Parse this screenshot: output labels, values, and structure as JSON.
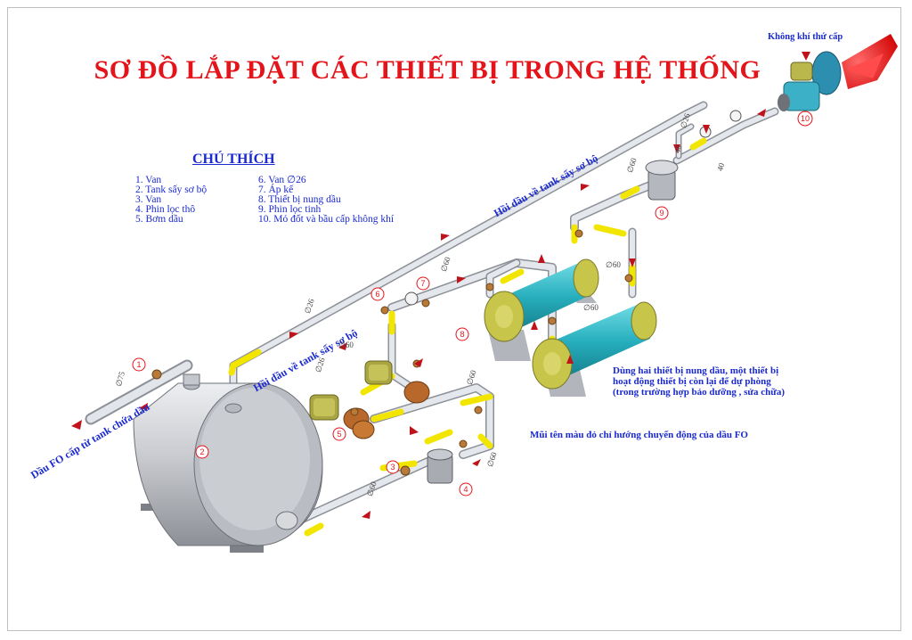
{
  "title": "SƠ ĐỒ LẮP ĐẶT CÁC THIẾT BỊ TRONG HỆ THỐNG",
  "legend": {
    "heading": "CHÚ THÍCH",
    "items": [
      "1.   Van",
      "2.   Tank sấy sơ bộ",
      "3.   Van",
      "4.   Phin lọc thô",
      "5.   Bơm dầu",
      "6.  Van ∅26",
      "7.  Áp kế",
      "8.  Thiết bị nung dầu",
      "9.  Phin lọc tinh",
      "10. Mỏ đốt và bầu cấp không khí"
    ]
  },
  "labels": {
    "supply": "Dầu FO cấp từ tank chứa dầu",
    "return_upper": "Hồi dầu về tank sấy sơ bộ",
    "return_lower": "Hồi dầu về tank sấy sơ bộ",
    "secondary_air": "Không khí thứ cấp",
    "heater_note": [
      "Dùng hai thiết bị nung dầu, một thiết bị",
      "hoạt động thiết bị còn lại để dự phòng",
      " (trong trường hợp bảo dưỡng , sửa chữa)"
    ],
    "arrow_note": "Mũi tên màu đỏ chỉ hướng chuyển động của dầu FO"
  },
  "pipe_sizes": {
    "d75": "∅75",
    "d26": "∅26",
    "d60": "∅60",
    "d40": "40"
  },
  "markers": [
    "1",
    "2",
    "3",
    "4",
    "5",
    "6",
    "7",
    "8",
    "9",
    "10"
  ],
  "colors": {
    "title": "#e3151b",
    "text": "#1a2ad0",
    "pipe": "#d9dde4",
    "pipe_yellow": "#f2e600",
    "heater": "#2ab7c4",
    "caps": "#c8c64a",
    "tank": "#c9cbd0",
    "flow_arrow": "#c0121a",
    "flame": "#e51212",
    "marker": "#e3151b"
  }
}
